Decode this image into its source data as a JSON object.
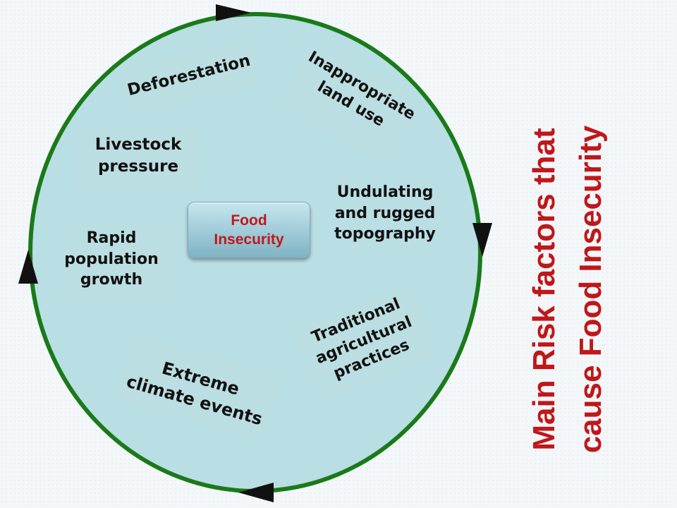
{
  "colors": {
    "ring": "#1a7a1a",
    "disc_fill": "#b9dee3",
    "arrow": "#111111",
    "title": "#c0171a"
  },
  "title": "Main Risk factors that\ncause Food Insecurity",
  "center": {
    "label": "Food\nInsecurity"
  },
  "factors": [
    {
      "label": "Deforestation"
    },
    {
      "label": "Inappropriate\nland use"
    },
    {
      "label": "Livestock\npressure"
    },
    {
      "label": "Undulating\nand rugged\ntopography"
    },
    {
      "label": "Rapid\npopulation\ngrowth"
    },
    {
      "label": "Traditional\nagricultural\npractices"
    },
    {
      "label": "Extreme\nclimate events"
    }
  ],
  "cycle": {
    "direction": "clockwise",
    "arrow_icons": [
      "arrow-right-icon",
      "arrow-down-icon",
      "arrow-left-icon",
      "arrow-up-icon"
    ]
  }
}
